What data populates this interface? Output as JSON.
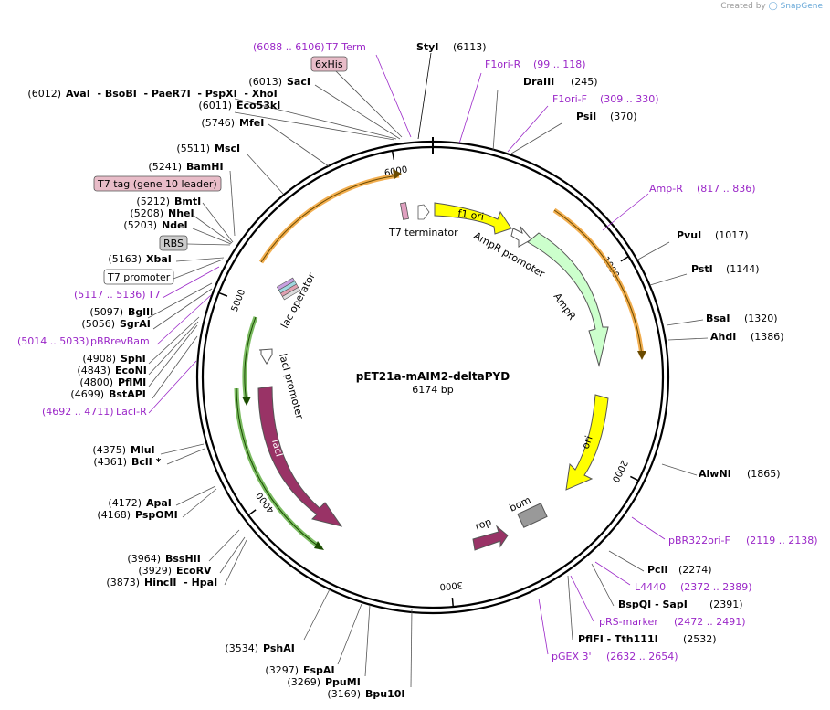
{
  "credit": {
    "text": "Created by",
    "brand": "SnapGene"
  },
  "plasmid": {
    "name": "pET21a-mAIM2-deltaPYD",
    "size_label": "6174 bp",
    "length": 6174
  },
  "ticks": [
    {
      "bp": 1000,
      "label": "1000"
    },
    {
      "bp": 2000,
      "label": "2000"
    },
    {
      "bp": 3000,
      "label": "3000"
    },
    {
      "bp": 4000,
      "label": "4000"
    },
    {
      "bp": 5000,
      "label": "5000"
    },
    {
      "bp": 6000,
      "label": "6000"
    }
  ],
  "colors": {
    "ori": "#ffff00",
    "f1_ori": "#ffff00",
    "AmpR": "#ccffcc",
    "lacI": "#993366",
    "rop": "#993366",
    "bom": "#999999",
    "boxed_tag": "#e8bcc8",
    "primer": "#9b28c8",
    "orange_arrow": "#f0a030",
    "green_arrow": "#44a020"
  },
  "enzymes_left": [
    {
      "pos": "(6013)",
      "name": "SacI"
    },
    {
      "pos": "(6012)",
      "name": "AvaI  - BsoBI  - PaeR7I  - PspXI  - XhoI"
    },
    {
      "pos": "(6011)",
      "name": "Eco53kI"
    },
    {
      "pos": "(5746)",
      "name": "MfeI"
    },
    {
      "pos": "(5511)",
      "name": "MscI"
    },
    {
      "pos": "(5241)",
      "name": "BamHI"
    },
    {
      "pos": "(5212)",
      "name": "BmtI"
    },
    {
      "pos": "(5208)",
      "name": "NheI"
    },
    {
      "pos": "(5203)",
      "name": "NdeI"
    },
    {
      "pos": "(5163)",
      "name": "XbaI"
    },
    {
      "pos": "(5097)",
      "name": "BglII"
    },
    {
      "pos": "(5056)",
      "name": "SgrAI"
    },
    {
      "pos": "(4908)",
      "name": "SphI"
    },
    {
      "pos": "(4843)",
      "name": "EcoNI"
    },
    {
      "pos": "(4800)",
      "name": "PflMI"
    },
    {
      "pos": "(4699)",
      "name": "BstAPI"
    },
    {
      "pos": "(4375)",
      "name": "MluI"
    },
    {
      "pos": "(4361)",
      "name": "BclI *"
    },
    {
      "pos": "(4172)",
      "name": "ApaI"
    },
    {
      "pos": "(4168)",
      "name": "PspOMI"
    },
    {
      "pos": "(3964)",
      "name": "BssHII"
    },
    {
      "pos": "(3929)",
      "name": "EcoRV"
    },
    {
      "pos": "(3873)",
      "name": "HincII  - HpaI"
    },
    {
      "pos": "(3534)",
      "name": "PshAI"
    },
    {
      "pos": "(3297)",
      "name": "FspAI"
    },
    {
      "pos": "(3269)",
      "name": "PpuMI"
    },
    {
      "pos": "(3169)",
      "name": "Bpu10I"
    }
  ],
  "enzymes_right": [
    {
      "name": "StyI",
      "pos": "(6113)"
    },
    {
      "name": "DraIII",
      "pos": "(245)"
    },
    {
      "name": "PsiI",
      "pos": "(370)"
    },
    {
      "name": "PvuI",
      "pos": "(1017)"
    },
    {
      "name": "PstI",
      "pos": "(1144)"
    },
    {
      "name": "BsaI",
      "pos": "(1320)"
    },
    {
      "name": "AhdI",
      "pos": "(1386)"
    },
    {
      "name": "AlwNI",
      "pos": "(1865)"
    },
    {
      "name": "PciI",
      "pos": "(2274)"
    },
    {
      "name": "BspQI  - SapI",
      "pos": "(2391)"
    },
    {
      "name": "PflFI  - Tth111I",
      "pos": "(2532)"
    }
  ],
  "primers": [
    {
      "range": "(6088 .. 6106)",
      "name": "T7 Term"
    },
    {
      "name": "F1ori-R",
      "range": "(99 .. 118)"
    },
    {
      "name": "F1ori-F",
      "range": "(309 .. 330)"
    },
    {
      "name": "Amp-R",
      "range": "(817 .. 836)"
    },
    {
      "name": "pBR322ori-F",
      "range": "(2119 .. 2138)"
    },
    {
      "name": "L4440",
      "range": "(2372 .. 2389)"
    },
    {
      "name": "pRS-marker",
      "range": "(2472 .. 2491)"
    },
    {
      "name": "pGEX 3'",
      "range": "(2632 .. 2654)"
    },
    {
      "range": "(5117 .. 5136)",
      "name": "T7"
    },
    {
      "range": "(5014 .. 5033)",
      "name": "pBRrevBam"
    },
    {
      "range": "(4692 .. 4711)",
      "name": "LacI-R"
    }
  ],
  "boxed_tags": [
    {
      "label": "6xHis",
      "style": "pink"
    },
    {
      "label": "T7 tag (gene 10 leader)",
      "style": "pink"
    },
    {
      "label": "RBS",
      "style": "gray"
    },
    {
      "label": "T7 promoter",
      "style": "white"
    }
  ],
  "features": [
    {
      "name": "f1 ori",
      "start": 1,
      "end": 456
    },
    {
      "name": "AmpR promoter",
      "start": 482,
      "end": 586
    },
    {
      "name": "AmpR",
      "start": 587,
      "end": 1447
    },
    {
      "name": "ori",
      "start": 1618,
      "end": 2206
    },
    {
      "name": "bom",
      "start": 2401,
      "end": 2520
    },
    {
      "name": "rop",
      "start": 2665,
      "end": 2855
    },
    {
      "name": "lacI",
      "start": 3771,
      "end": 4853
    },
    {
      "name": "lacI promoter",
      "start": 4854,
      "end": 4931
    },
    {
      "name": "lac operator",
      "start": 5125,
      "end": 5146
    },
    {
      "name": "T7 terminator",
      "start": 6073,
      "end": 6120
    }
  ]
}
